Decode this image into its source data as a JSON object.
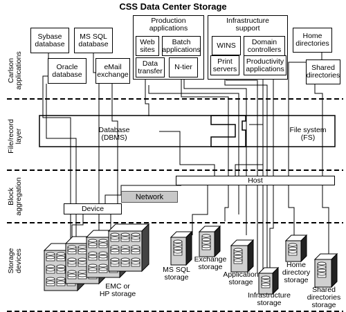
{
  "title": "CSS Data Center Storage",
  "layers": {
    "apps": "Carlson\napplications",
    "filerec": "File/record\nlayer",
    "block": "Block\naggregation",
    "storage": "Storage\ndevices"
  },
  "apps": {
    "sybase": "Sybase\ndatabase",
    "mssql": "MS SQL\ndatabase",
    "oracle": "Oracle\ndatabase",
    "email": "eMail\nexchange",
    "production_group": "Production\napplications",
    "web_sites": "Web\nsites",
    "batch": "Batch\napplications",
    "data_transfer": "Data\ntransfer",
    "ntier": "N-tier",
    "infra_group": "Infrastructure\nsupport",
    "wins": "WINS",
    "domain": "Domain\ncontrollers",
    "print": "Print\nservers",
    "productivity": "Productivity\napplications",
    "home_dirs": "Home\ndirectories",
    "shared_dirs": "Shared\ndirectories"
  },
  "layer_items": {
    "database": "Database\n(DBMS)",
    "filesystem": "File system\n(FS)",
    "host": "Host",
    "network": "Network",
    "device": "Device"
  },
  "storage": {
    "emc": "EMC or\nHP storage",
    "mssql": "MS SQL\nstorage",
    "exchange": "Exchange\nstorage",
    "application": "Application\nstorage",
    "infrastructure": "Infrastructure\nstorage",
    "home": "Home\ndirectory\nstorage",
    "shared": "Shared\ndirectories\nstorage"
  },
  "colors": {
    "line": "#000000",
    "network_fill": "#c8c8c8",
    "cabinet_fill": "#d0d0d0"
  }
}
